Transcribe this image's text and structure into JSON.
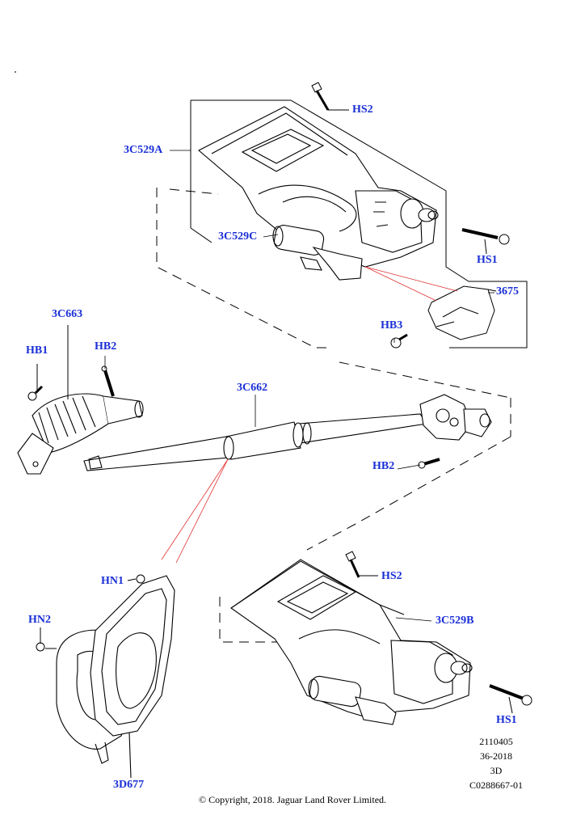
{
  "callouts": {
    "hs2_top": "HS2",
    "c529a": "3C529A",
    "c529c": "3C529C",
    "hs1_top": "HS1",
    "p3675": "3675",
    "hb3": "HB3",
    "c663": "3C663",
    "hb1": "HB1",
    "hb2_left": "HB2",
    "c662": "3C662",
    "hb2_right": "HB2",
    "hn1": "HN1",
    "hn2": "HN2",
    "hs2_bottom": "HS2",
    "c529b": "3C529B",
    "hs1_bottom": "HS1",
    "d677": "3D677"
  },
  "meta": {
    "line1": "2110405",
    "line2": "36-2018",
    "line3": "3D",
    "line4": "C0288667-01"
  },
  "copyright": "© Copyright, 2018. Jaguar Land Rover Limited.",
  "colors": {
    "callout": "#1a2fd6",
    "leader_red": "#e03030",
    "line": "#000000"
  }
}
